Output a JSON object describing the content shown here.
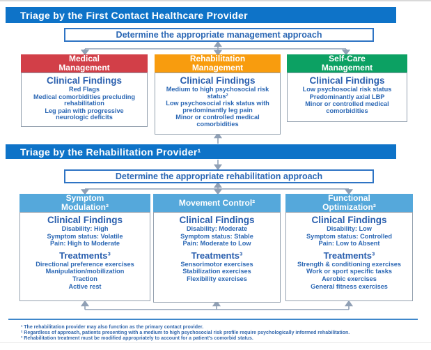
{
  "colors": {
    "banner_blue": "#0e73c8",
    "medical_red": "#d23f48",
    "rehabilitation_orange": "#f89c0e",
    "self_care_green": "#0ca163",
    "rehab_header_blue": "#55a8db",
    "body_text_blue": "#2b67b4",
    "determine_border_blue": "#2e74c4",
    "arrow_gray": "#90a0b5"
  },
  "triage1": {
    "banner": "Triage by the First Contact Healthcare Provider",
    "determine": "Determine the appropriate management approach",
    "columns": [
      {
        "header": "Medical Management",
        "findings_title": "Clinical Findings",
        "findings": [
          "Red Flags",
          "Medical comorbidities precluding rehabilitation",
          "Leg pain with progressive neurologic deficits"
        ]
      },
      {
        "header": "Rehabilitation Management",
        "findings_title": "Clinical Findings",
        "findings": [
          "Medium to high psychosocial risk status²",
          "Low psychosocial risk status with predominantly leg pain",
          "Minor or controlled medical comorbidities"
        ]
      },
      {
        "header": "Self-Care Management",
        "findings_title": "Clinical Findings",
        "findings": [
          "Low psychosocial risk status",
          "Predominantly axial LBP",
          "Minor or controlled medical comorbidities"
        ]
      }
    ]
  },
  "triage2": {
    "banner": "Triage by the Rehabilitation Provider¹",
    "determine": "Determine the appropriate rehabilitation approach",
    "columns": [
      {
        "header": "Symptom Modulation²",
        "findings_title": "Clinical Findings",
        "findings": [
          "Disability: High",
          "Symptom status: Volatile",
          "Pain: High to Moderate"
        ],
        "treatments_title": "Treatments³",
        "treatments": [
          "Directional preference exercises",
          "Manipulation/mobilization",
          "Traction",
          "Active rest"
        ]
      },
      {
        "header": "Movement Control²",
        "findings_title": "Clinical Findings",
        "findings": [
          "Disability: Moderate",
          "Symptom status: Stable",
          "Pain: Moderate to Low"
        ],
        "treatments_title": "Treatments³",
        "treatments": [
          "Sensorimotor exercises",
          "Stabilization exercises",
          "Flexibility exercises"
        ]
      },
      {
        "header": "Functional Optimization²",
        "findings_title": "Clinical Findings",
        "findings": [
          "Disability: Low",
          "Symptom status: Controlled",
          "Pain: Low to Absent"
        ],
        "treatments_title": "Treatments³",
        "treatments": [
          "Strength & conditioning exercises",
          "Work or sport specific tasks",
          "Aerobic exercises",
          "General fitness exercises"
        ]
      }
    ]
  },
  "footnotes": [
    "¹ The rehabilitation provider may also function as the primary contact provider.",
    "² Regardless of approach, patients presenting with a medium to high psychosocial risk profile require psychologically informed rehabilitation.",
    "³ Rehabilitation treatment must be modified appropriately to account for a patient's comorbid status."
  ]
}
